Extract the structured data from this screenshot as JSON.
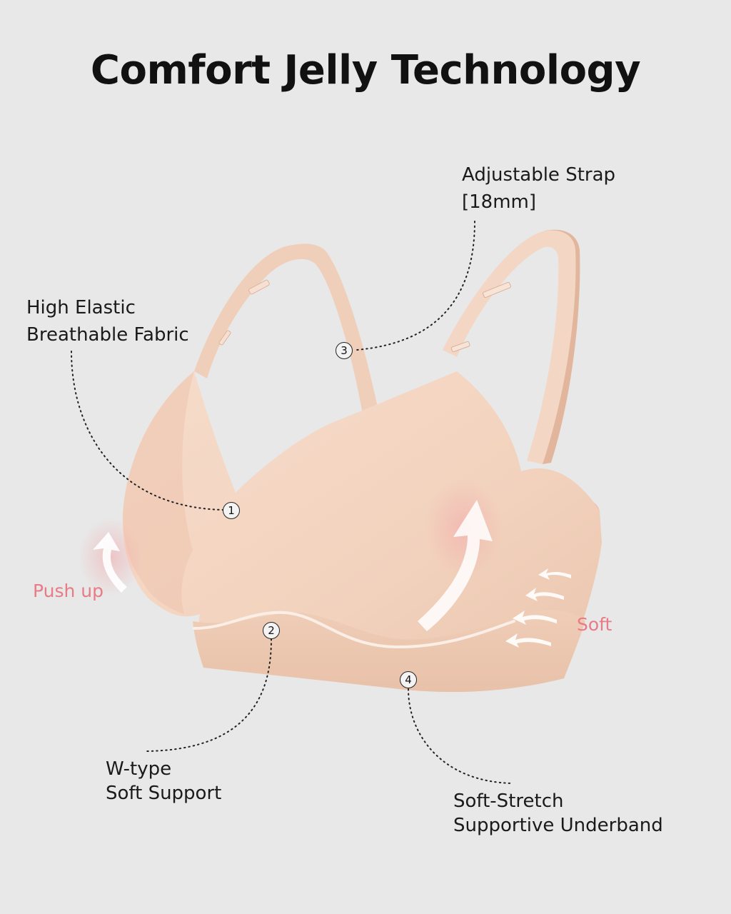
{
  "title": "Comfort Jelly Technology",
  "features": {
    "strap": {
      "number": "3",
      "line1": "Adjustable Strap",
      "line2": "[18mm]"
    },
    "fabric": {
      "number": "1",
      "line1": "High Elastic",
      "line2": "Breathable Fabric"
    },
    "support": {
      "number": "2",
      "line1": "W-type",
      "line2": "Soft Support"
    },
    "underband": {
      "number": "4",
      "line1": "Soft-Stretch",
      "line2": "Supportive Underband"
    }
  },
  "effects": {
    "push_up": "Push up",
    "soft": "Soft"
  },
  "colors": {
    "background": "#e8e8e8",
    "fabric": "#f4d6c2",
    "accent_pink": "#e87b86"
  }
}
